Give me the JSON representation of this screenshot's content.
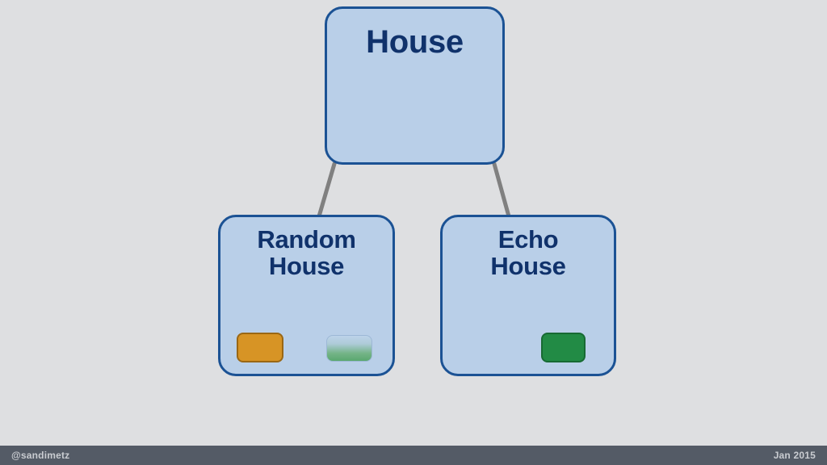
{
  "slide": {
    "background_color": "#dedfe1",
    "diagram_type": "class-inheritance-diagram"
  },
  "diagram": {
    "boxes": [
      {
        "id": "house",
        "title": "House",
        "role": "superclass",
        "fill_color": "#b9cfe8",
        "border_color": "#1b5294",
        "title_color": "#10326b",
        "methods": [
          {
            "id": "house-left",
            "style": "ghost-orange",
            "label": ""
          },
          {
            "id": "house-right",
            "style": "ghost-green",
            "label": ""
          }
        ]
      },
      {
        "id": "random",
        "title": "Random\nHouse",
        "role": "subclass",
        "fill_color": "#b9cfe8",
        "border_color": "#1b5294",
        "title_color": "#10326b",
        "methods": [
          {
            "id": "random-left",
            "style": "solid-orange",
            "label": ""
          },
          {
            "id": "random-right",
            "style": "ghost-green",
            "label": ""
          }
        ]
      },
      {
        "id": "echo",
        "title": "Echo\nHouse",
        "role": "subclass",
        "fill_color": "#b9cfe8",
        "border_color": "#1b5294",
        "title_color": "#10326b",
        "methods": [
          {
            "id": "echo-right",
            "style": "solid-green",
            "label": ""
          }
        ]
      }
    ],
    "connectors": [
      {
        "id": "house-to-random",
        "from": "house",
        "to": "random",
        "style": "plain-line",
        "color": "#808080"
      },
      {
        "id": "house-to-echo",
        "from": "house",
        "to": "echo",
        "style": "plain-line",
        "color": "#808080"
      }
    ],
    "override_arrows": [
      {
        "id": "random-override-arrow",
        "target": "random-left",
        "color": "#7c7c7c"
      },
      {
        "id": "echo-override-arrow",
        "target": "echo-right",
        "color": "#7c7c7c"
      }
    ]
  },
  "footer": {
    "handle": "@sandimetz",
    "date": "Jan 2015",
    "background_color": "#545b66",
    "text_color": "#c9ccd1"
  }
}
